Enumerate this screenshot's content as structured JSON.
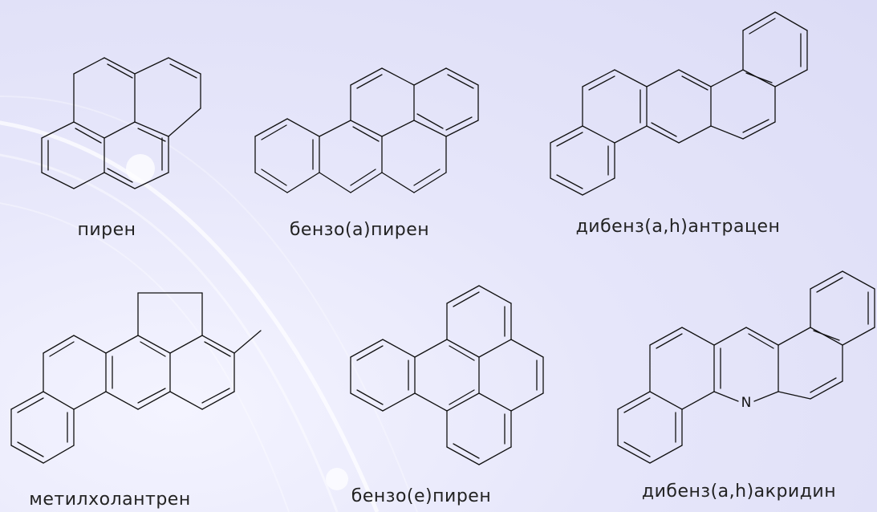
{
  "molecules": [
    {
      "name": "пирен"
    },
    {
      "name": "бензо(а)пирен"
    },
    {
      "name": "дибенз(a,h)антрацен"
    },
    {
      "name": "метилхолантрен"
    },
    {
      "name": "бензо(е)пирен"
    },
    {
      "name": "дибенз(а,h)акридин",
      "heteroatom": "N"
    }
  ]
}
